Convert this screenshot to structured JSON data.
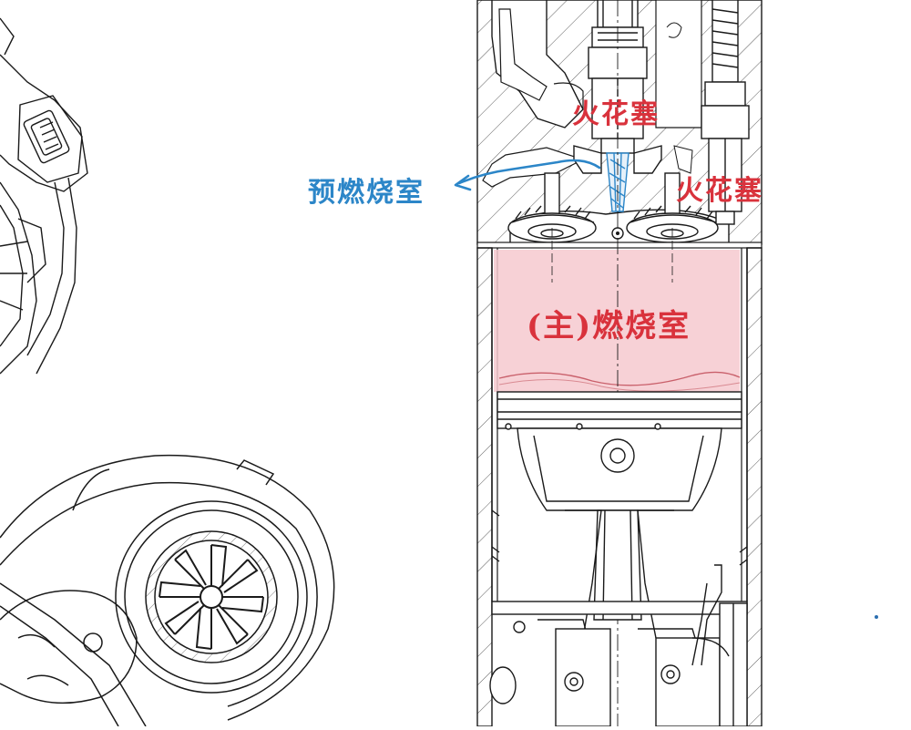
{
  "labels": {
    "spark_plug_center": "火花塞",
    "spark_plug_right": "火花塞",
    "pre_chamber": "预燃烧室",
    "main_chamber": "(主)燃烧室"
  },
  "colors": {
    "annotation_red": "#d9323c",
    "annotation_blue": "#2c86c8",
    "chamber_highlight": "#f6c9cf",
    "line_art": "#1a1a1a"
  }
}
